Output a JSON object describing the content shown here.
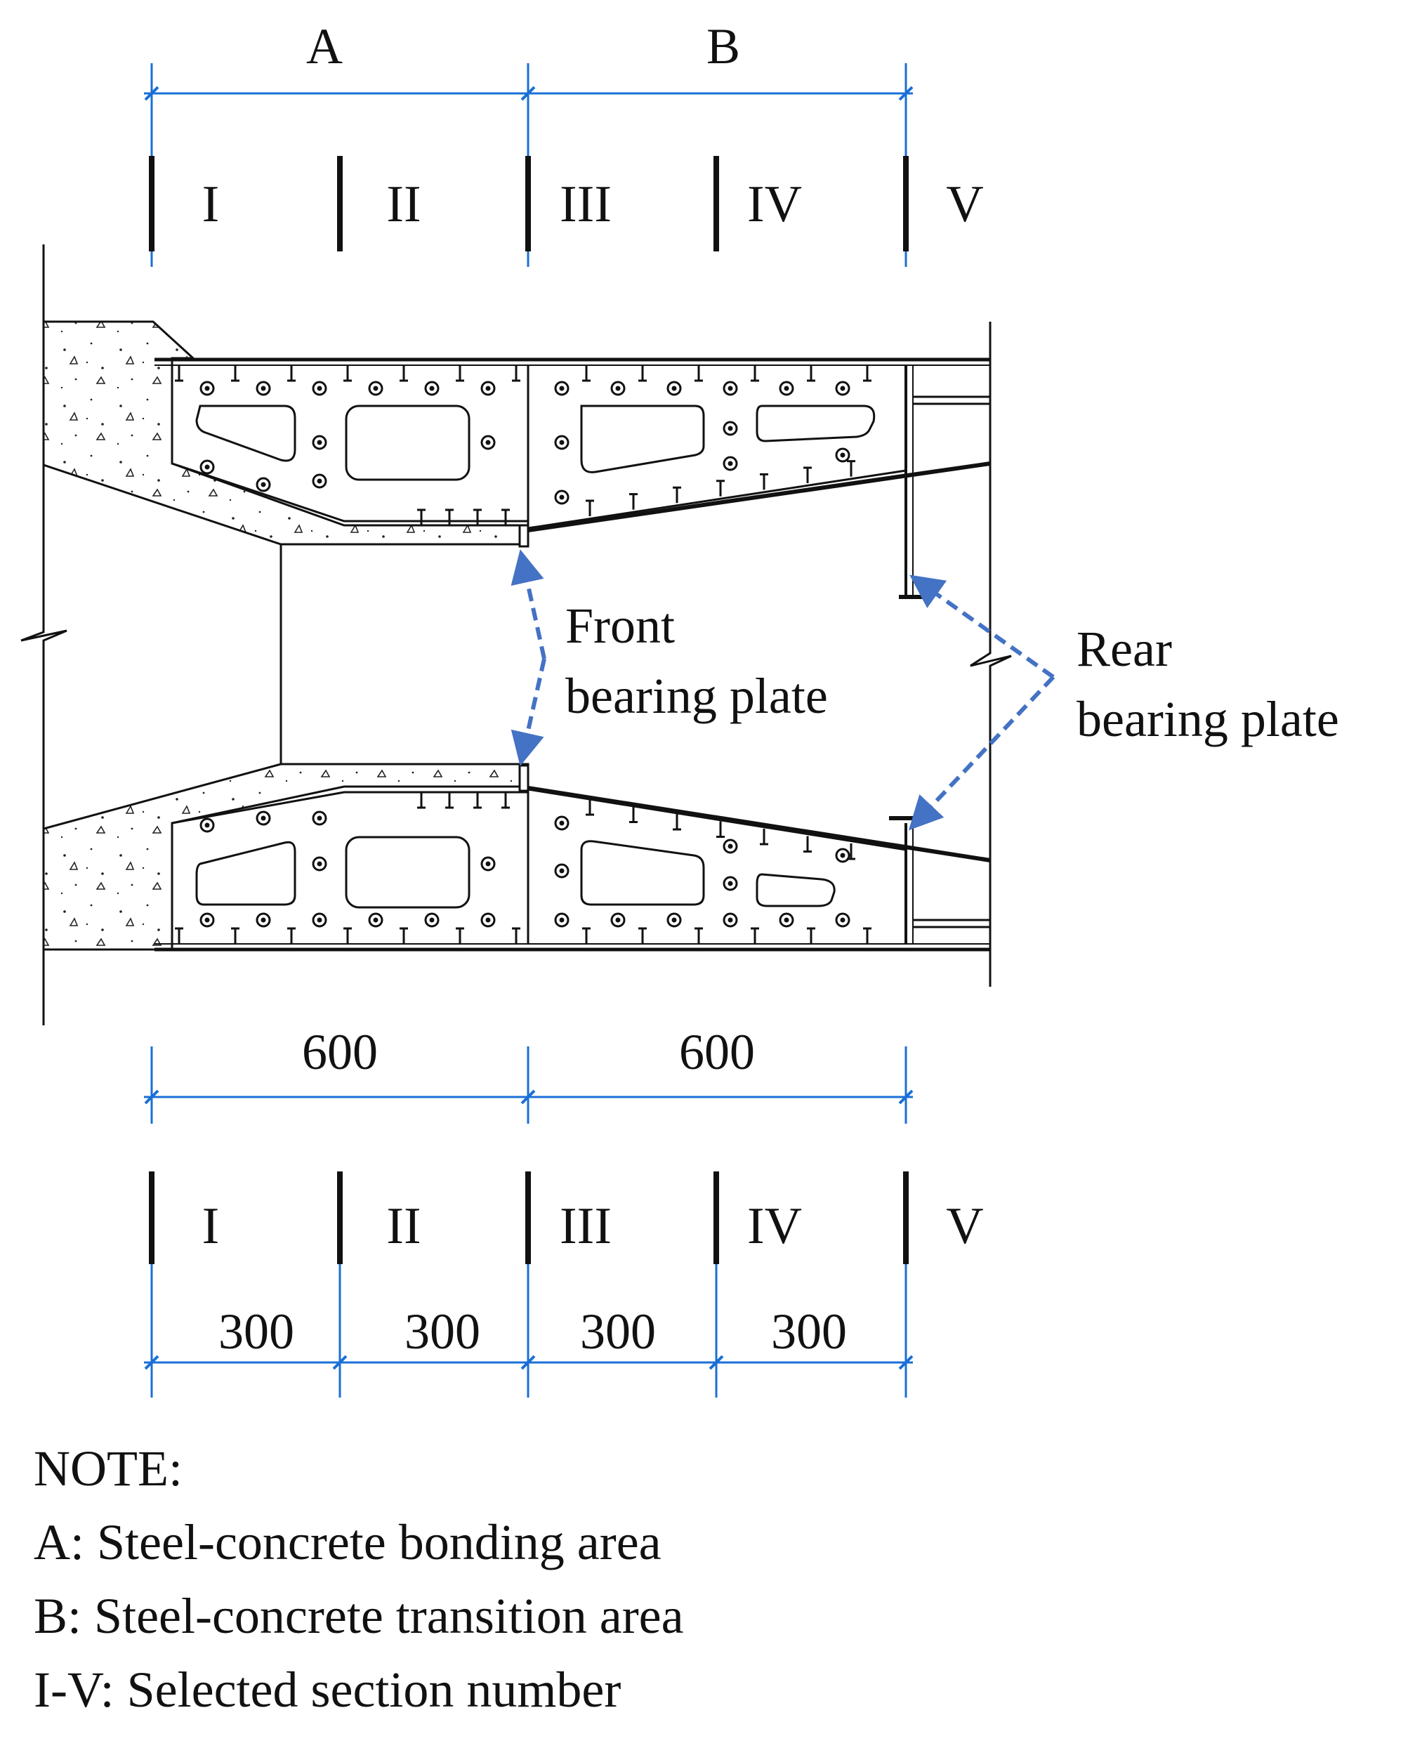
{
  "zone_labels": {
    "a": "A",
    "b": "B"
  },
  "sections_top": [
    "I",
    "II",
    "III",
    "IV",
    "V"
  ],
  "sections_bottom": [
    "I",
    "II",
    "III",
    "IV",
    "V"
  ],
  "dimensions_top": [
    "600",
    "600"
  ],
  "dimensions_bottom": [
    "300",
    "300",
    "300",
    "300"
  ],
  "callouts": {
    "front": [
      "Front",
      "bearing plate"
    ],
    "rear": [
      "Rear",
      "bearing plate"
    ]
  },
  "note": {
    "title": "NOTE:",
    "lines": [
      "A: Steel-concrete bonding area",
      "B: Steel-concrete transition area",
      "I-V: Selected section number"
    ]
  },
  "colors": {
    "dimension_line": "#1a6fd6",
    "callout_arrow": "#4472c4",
    "drawing": "#111111"
  }
}
